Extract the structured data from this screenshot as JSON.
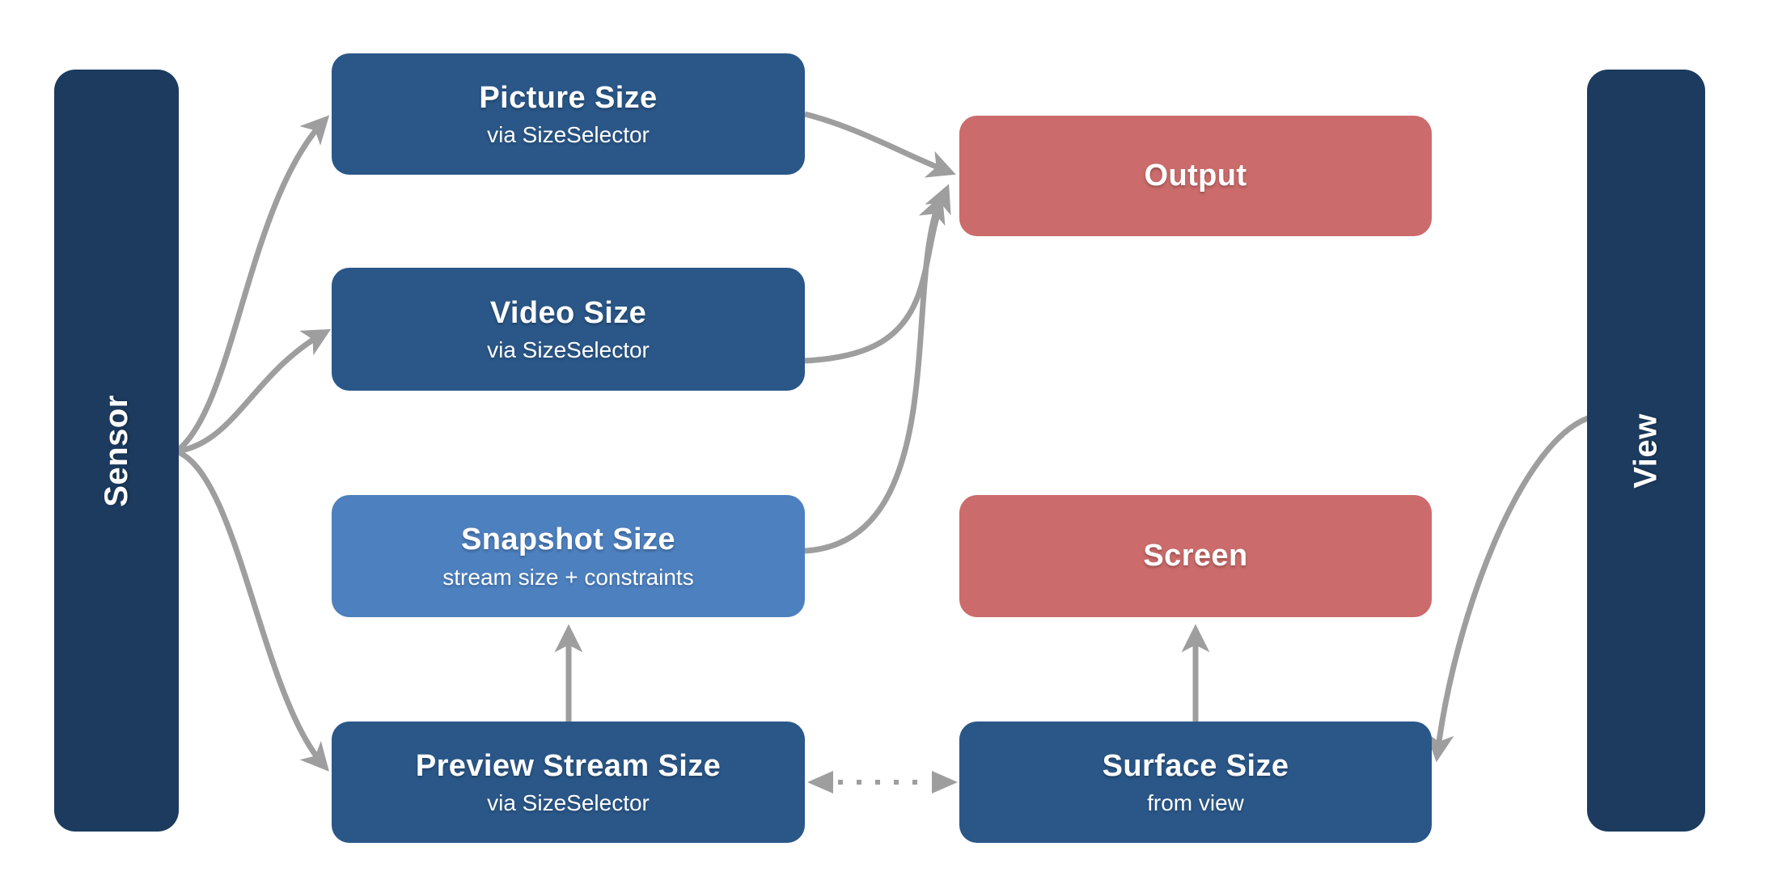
{
  "colors": {
    "navy": "#1C3B5F",
    "blue": "#2A5788",
    "light_blue": "#4D80BF",
    "red": "#CB6B6B",
    "arrow_gray": "#9E9E9E",
    "text": "#FFFFFF",
    "background": "#FFFFFF"
  },
  "nodes": {
    "sensor": {
      "label": "Sensor"
    },
    "picture_size": {
      "title": "Picture Size",
      "subtitle": "via SizeSelector"
    },
    "video_size": {
      "title": "Video Size",
      "subtitle": "via SizeSelector"
    },
    "snapshot_size": {
      "title": "Snapshot Size",
      "subtitle": "stream size + constraints"
    },
    "preview_stream_size": {
      "title": "Preview Stream Size",
      "subtitle": "via SizeSelector"
    },
    "output": {
      "title": "Output"
    },
    "screen": {
      "title": "Screen"
    },
    "surface_size": {
      "title": "Surface Size",
      "subtitle": "from view"
    },
    "view": {
      "label": "View"
    }
  },
  "edges": [
    {
      "from": "sensor",
      "to": "picture_size",
      "style": "solid",
      "direction": "one-way"
    },
    {
      "from": "sensor",
      "to": "video_size",
      "style": "solid",
      "direction": "one-way"
    },
    {
      "from": "sensor",
      "to": "preview_stream_size",
      "style": "solid",
      "direction": "one-way"
    },
    {
      "from": "picture_size",
      "to": "output",
      "style": "solid",
      "direction": "one-way"
    },
    {
      "from": "video_size",
      "to": "output",
      "style": "solid",
      "direction": "one-way"
    },
    {
      "from": "snapshot_size",
      "to": "output",
      "style": "solid",
      "direction": "one-way"
    },
    {
      "from": "preview_stream_size",
      "to": "snapshot_size",
      "style": "solid",
      "direction": "one-way"
    },
    {
      "from": "surface_size",
      "to": "screen",
      "style": "solid",
      "direction": "one-way"
    },
    {
      "from": "preview_stream_size",
      "to": "surface_size",
      "style": "dotted",
      "direction": "two-way"
    },
    {
      "from": "view",
      "to": "surface_size",
      "style": "solid",
      "direction": "one-way"
    }
  ]
}
